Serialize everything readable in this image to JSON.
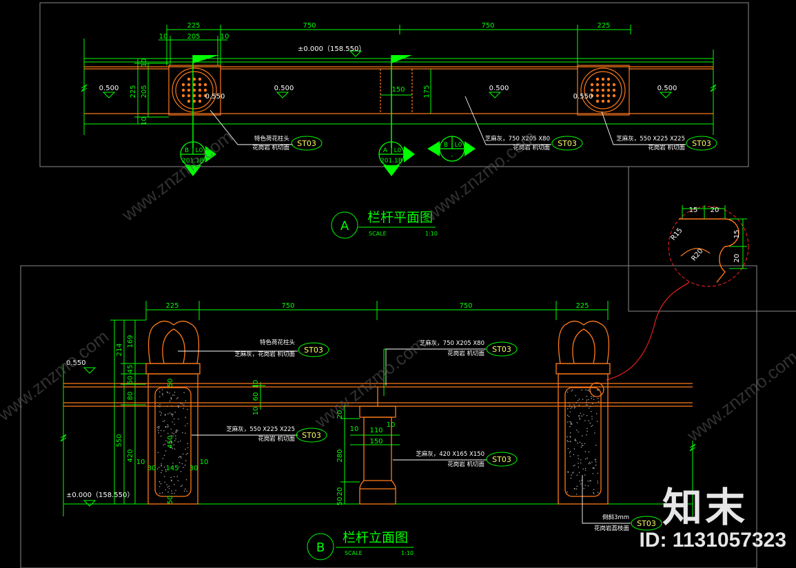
{
  "plan": {
    "dims_top": [
      "225",
      "750",
      "750",
      "225"
    ],
    "dims_sub": [
      "10",
      "205",
      "10"
    ],
    "elevation": "±0.000（158.550）",
    "left_dims": [
      "10",
      "225",
      "205",
      "10"
    ],
    "levels": [
      "0.500",
      "0.500",
      "0.500",
      "0.500"
    ],
    "level_550": "0.550",
    "mid_dim_150": "150",
    "mid_dim_175": "175",
    "callouts": [
      {
        "line1": "特色荷花柱头",
        "line2": "花岗岩  机切面",
        "tag": "ST03"
      },
      {
        "line1": "芝麻灰，750 X205 X80",
        "line2": "花岗岩  机切面",
        "tag": "ST03"
      },
      {
        "line1": "芝麻灰，550 X225 X225",
        "line2": "花岗岩  机切面",
        "tag": "ST03"
      }
    ],
    "section_markers": [
      {
        "top": "B",
        "right": "L0",
        "bottom": "201.1B"
      },
      {
        "top": "A",
        "right": "L0",
        "bottom": "201.1B"
      },
      {
        "top": "B",
        "right": "L0",
        "bottom": "-"
      }
    ],
    "title_letter": "A",
    "title": "栏杆平面图",
    "scale_label": "SCALE",
    "scale_value": "1:10"
  },
  "detail": {
    "dims_top": [
      "15",
      "20"
    ],
    "dims_right": [
      "15",
      "20"
    ],
    "r1": "R15",
    "r2": "R20"
  },
  "elev": {
    "dims_top": [
      "225",
      "750",
      "750",
      "225"
    ],
    "left_dims": [
      "214",
      "169",
      "45",
      "50",
      "80",
      "550",
      "420",
      "10"
    ],
    "level_550": "0.550",
    "elevation": "±0.000（158.550）",
    "post_dims": [
      "50",
      "450",
      "50",
      "30",
      "145",
      "30",
      "10"
    ],
    "rail_dims": [
      "10",
      "60",
      "10"
    ],
    "baluster_dims": [
      "20",
      "10",
      "110",
      "10",
      "150",
      "280",
      "20",
      "50"
    ],
    "callouts": [
      {
        "line1": "特色荷花柱头",
        "line2": "芝麻灰，花岗岩  机切面",
        "tag": "ST03"
      },
      {
        "line1": "芝麻灰，750 X205 X80",
        "line2": "花岗岩  机切面",
        "tag": "ST03"
      },
      {
        "line1": "芝麻灰，550 X225 X225",
        "line2": "花岗岩  机切面",
        "tag": "ST03"
      },
      {
        "line1": "芝麻灰，420 X165 X150",
        "line2": "花岗岩  机切面",
        "tag": "ST03"
      },
      {
        "line1": "倒斜3mm",
        "line2": "花岗岩荔枝面",
        "tag": "ST03"
      }
    ],
    "title_letter": "B",
    "title": "栏杆立面图",
    "scale_label": "SCALE",
    "scale_value": "1:10"
  },
  "watermark": {
    "text": "www.znzmo.com",
    "brand": "知末",
    "id": "ID: 1131057323"
  },
  "colors": {
    "dim": "#00ff00",
    "outline": "#ff7a1a",
    "frame": "#8a8a8a",
    "label": "#ffff66",
    "note": "#ffffff",
    "leader": "#ff2222"
  }
}
